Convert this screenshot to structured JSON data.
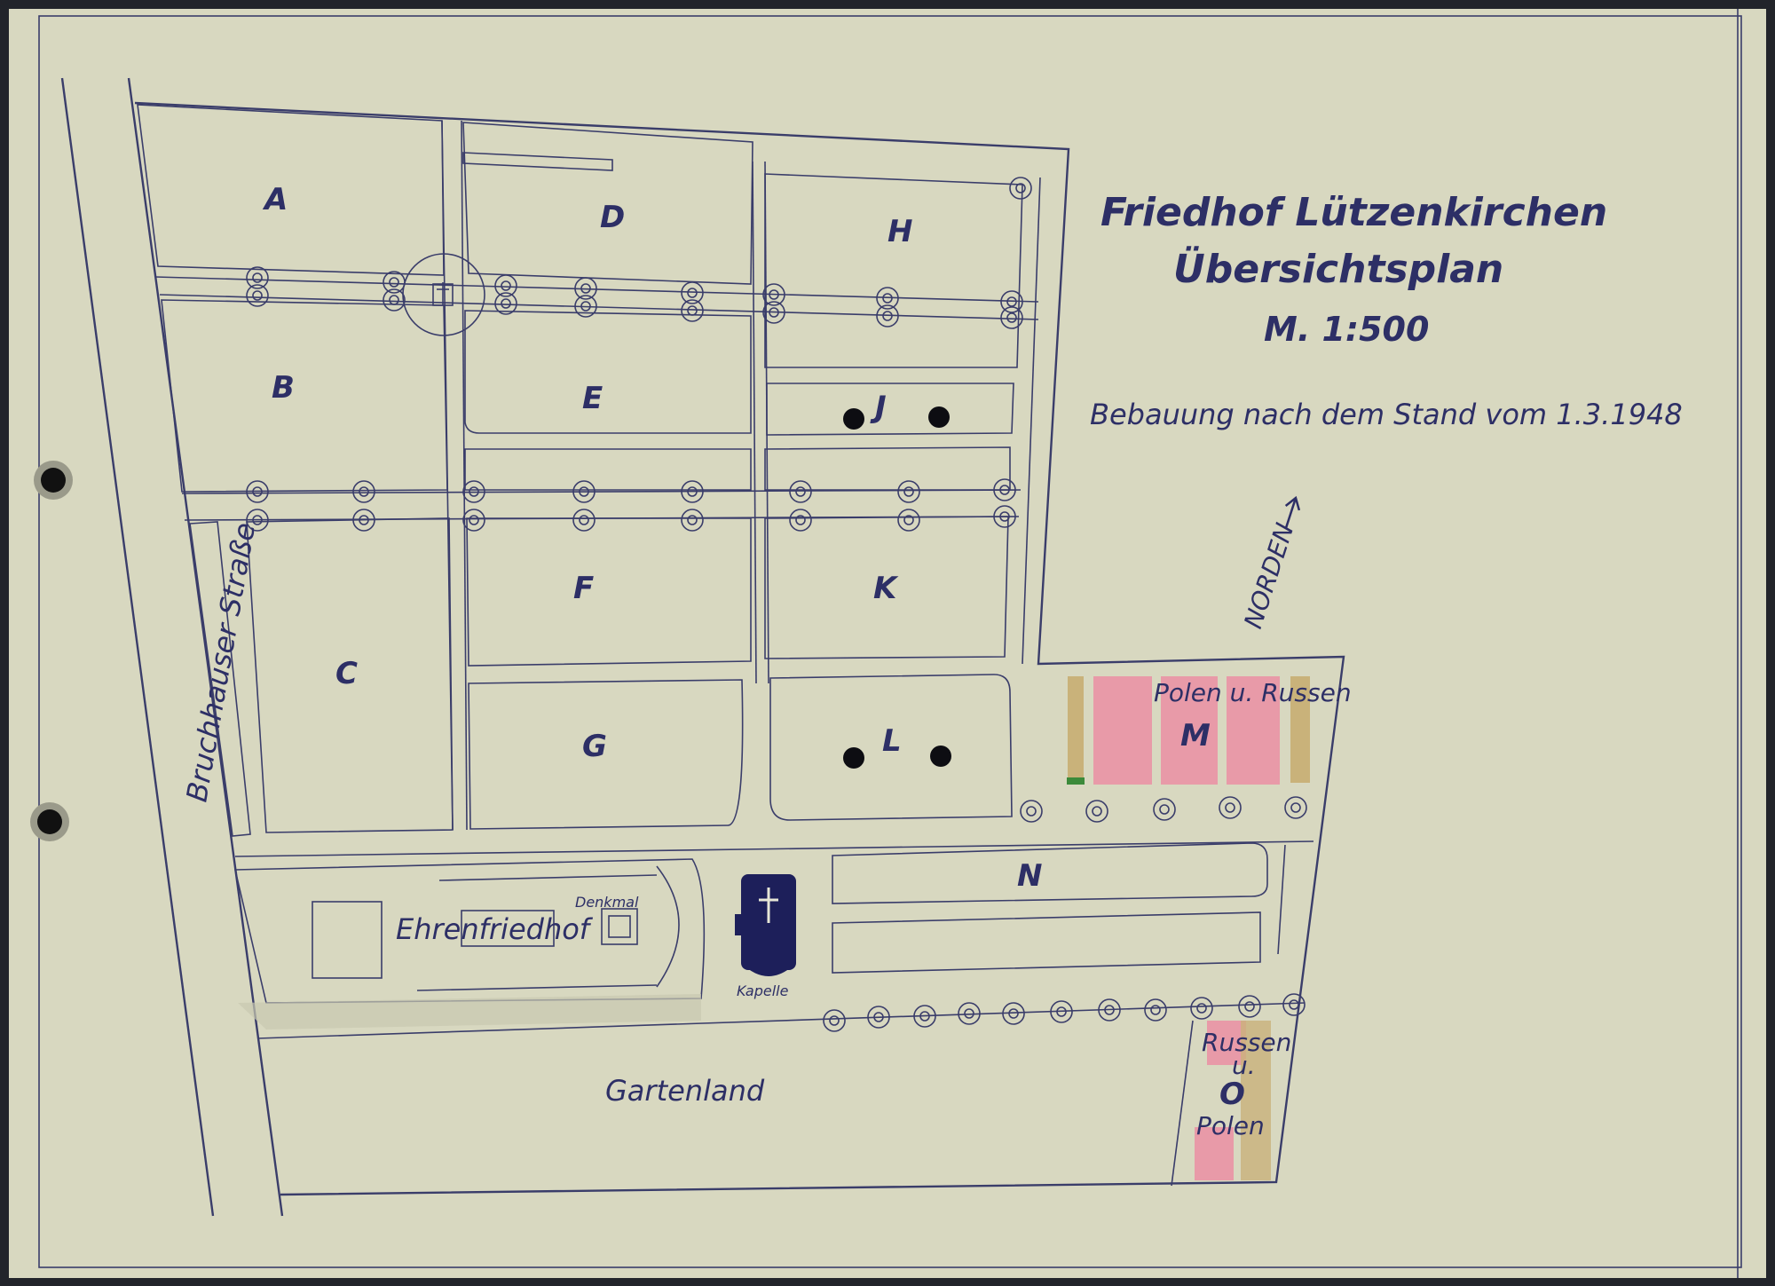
{
  "title": {
    "line1": "Friedhof Lützenkirchen",
    "line2": "Übersichtsplan",
    "scale": "M. 1:500",
    "status": "Bebauung nach dem Stand vom 1.3.1948"
  },
  "north_label": "NORDEN",
  "street_label": "Bruchhauser Straße",
  "sections": {
    "A": "A",
    "B": "B",
    "C": "C",
    "D": "D",
    "E": "E",
    "F": "F",
    "G": "G",
    "H": "H",
    "J": "J",
    "K": "K",
    "L": "L",
    "M": "M",
    "N": "N",
    "O": "O"
  },
  "labels": {
    "ehrenfriedhof": "Ehrenfriedhof",
    "denkmal": "Denkmal",
    "kapelle": "Kapelle",
    "gartenland": "Gartenland",
    "polen_russen": "Polen u. Russen",
    "russen": "Russen",
    "u": "u.",
    "polen": "Polen"
  },
  "colors": {
    "paper": "#d9d9c2",
    "ink": "#2d2f66",
    "pink_graves": "#e89aa8",
    "tan_graves": "#c9b27a"
  }
}
